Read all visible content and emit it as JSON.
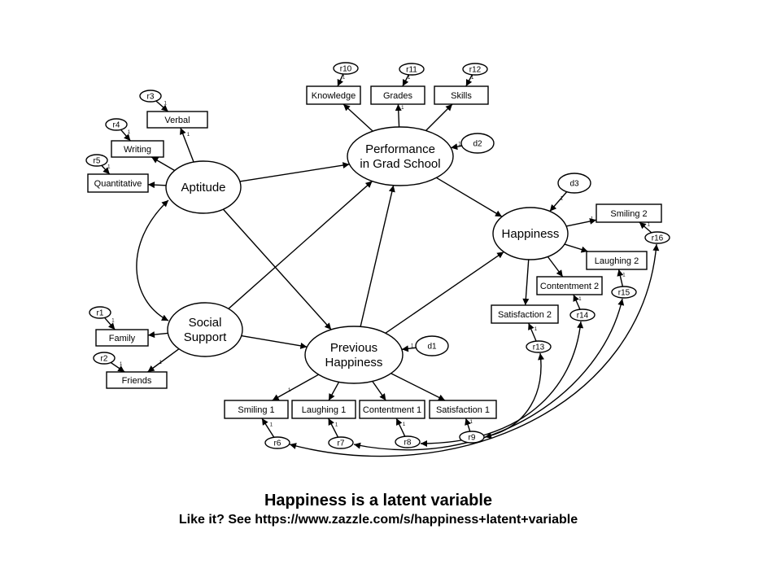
{
  "caption": {
    "title": "Happiness is a latent variable",
    "subtitle": "Like it? See https://www.zazzle.com/s/happiness+latent+variable"
  },
  "diagram": {
    "type": "structural-equation-model",
    "latent": [
      {
        "id": "aptitude",
        "label": [
          "Aptitude"
        ]
      },
      {
        "id": "social",
        "label": [
          "Social",
          "Support"
        ]
      },
      {
        "id": "performance",
        "label": [
          "Performance",
          "in Grad School"
        ]
      },
      {
        "id": "prevhap",
        "label": [
          "Previous",
          "Happiness"
        ]
      },
      {
        "id": "happiness",
        "label": [
          "Happiness"
        ]
      }
    ],
    "observed": [
      {
        "id": "verbal",
        "label": "Verbal"
      },
      {
        "id": "writing",
        "label": "Writing"
      },
      {
        "id": "quantitative",
        "label": "Quantitative"
      },
      {
        "id": "family",
        "label": "Family"
      },
      {
        "id": "friends",
        "label": "Friends"
      },
      {
        "id": "knowledge",
        "label": "Knowledge"
      },
      {
        "id": "grades",
        "label": "Grades"
      },
      {
        "id": "skills",
        "label": "Skills"
      },
      {
        "id": "smiling1",
        "label": "Smiling 1"
      },
      {
        "id": "laughing1",
        "label": "Laughing 1"
      },
      {
        "id": "contentment1",
        "label": "Contentment 1"
      },
      {
        "id": "satisfaction1",
        "label": "Satisfaction 1"
      },
      {
        "id": "smiling2",
        "label": "Smiling 2"
      },
      {
        "id": "laughing2",
        "label": "Laughing 2"
      },
      {
        "id": "contentment2",
        "label": "Contentment 2"
      },
      {
        "id": "satisfaction2",
        "label": "Satisfaction 2"
      }
    ],
    "errors": [
      {
        "id": "r1",
        "label": "r1"
      },
      {
        "id": "r2",
        "label": "r2"
      },
      {
        "id": "r3",
        "label": "r3"
      },
      {
        "id": "r4",
        "label": "r4"
      },
      {
        "id": "r5",
        "label": "r5"
      },
      {
        "id": "r6",
        "label": "r6"
      },
      {
        "id": "r7",
        "label": "r7"
      },
      {
        "id": "r8",
        "label": "r8"
      },
      {
        "id": "r9",
        "label": "r9"
      },
      {
        "id": "r10",
        "label": "r10"
      },
      {
        "id": "r11",
        "label": "r11"
      },
      {
        "id": "r12",
        "label": "r12"
      },
      {
        "id": "r13",
        "label": "r13"
      },
      {
        "id": "r14",
        "label": "r14"
      },
      {
        "id": "r15",
        "label": "r15"
      },
      {
        "id": "r16",
        "label": "r16"
      },
      {
        "id": "d1",
        "label": "d1"
      },
      {
        "id": "d2",
        "label": "d2"
      },
      {
        "id": "d3",
        "label": "d3"
      }
    ],
    "fixed_loading_label": "1",
    "paths": [
      {
        "from": "aptitude",
        "to": "verbal",
        "fixed": "1"
      },
      {
        "from": "aptitude",
        "to": "writing"
      },
      {
        "from": "aptitude",
        "to": "quantitative"
      },
      {
        "from": "social",
        "to": "family"
      },
      {
        "from": "social",
        "to": "friends",
        "fixed": "1"
      },
      {
        "from": "performance",
        "to": "knowledge"
      },
      {
        "from": "performance",
        "to": "grades",
        "fixed": "1"
      },
      {
        "from": "performance",
        "to": "skills"
      },
      {
        "from": "prevhap",
        "to": "smiling1",
        "fixed": "1"
      },
      {
        "from": "prevhap",
        "to": "laughing1"
      },
      {
        "from": "prevhap",
        "to": "contentment1"
      },
      {
        "from": "prevhap",
        "to": "satisfaction1"
      },
      {
        "from": "happiness",
        "to": "smiling2",
        "fixed": "1"
      },
      {
        "from": "happiness",
        "to": "laughing2"
      },
      {
        "from": "happiness",
        "to": "contentment2"
      },
      {
        "from": "happiness",
        "to": "satisfaction2"
      },
      {
        "from": "aptitude",
        "to": "performance"
      },
      {
        "from": "aptitude",
        "to": "prevhap"
      },
      {
        "from": "social",
        "to": "performance"
      },
      {
        "from": "social",
        "to": "prevhap"
      },
      {
        "from": "prevhap",
        "to": "performance"
      },
      {
        "from": "prevhap",
        "to": "happiness"
      },
      {
        "from": "performance",
        "to": "happiness"
      }
    ],
    "covariances": [
      [
        "aptitude",
        "social"
      ],
      [
        "r9",
        "r13"
      ],
      [
        "r8",
        "r14"
      ],
      [
        "r7",
        "r15"
      ],
      [
        "r6",
        "r16"
      ]
    ]
  }
}
